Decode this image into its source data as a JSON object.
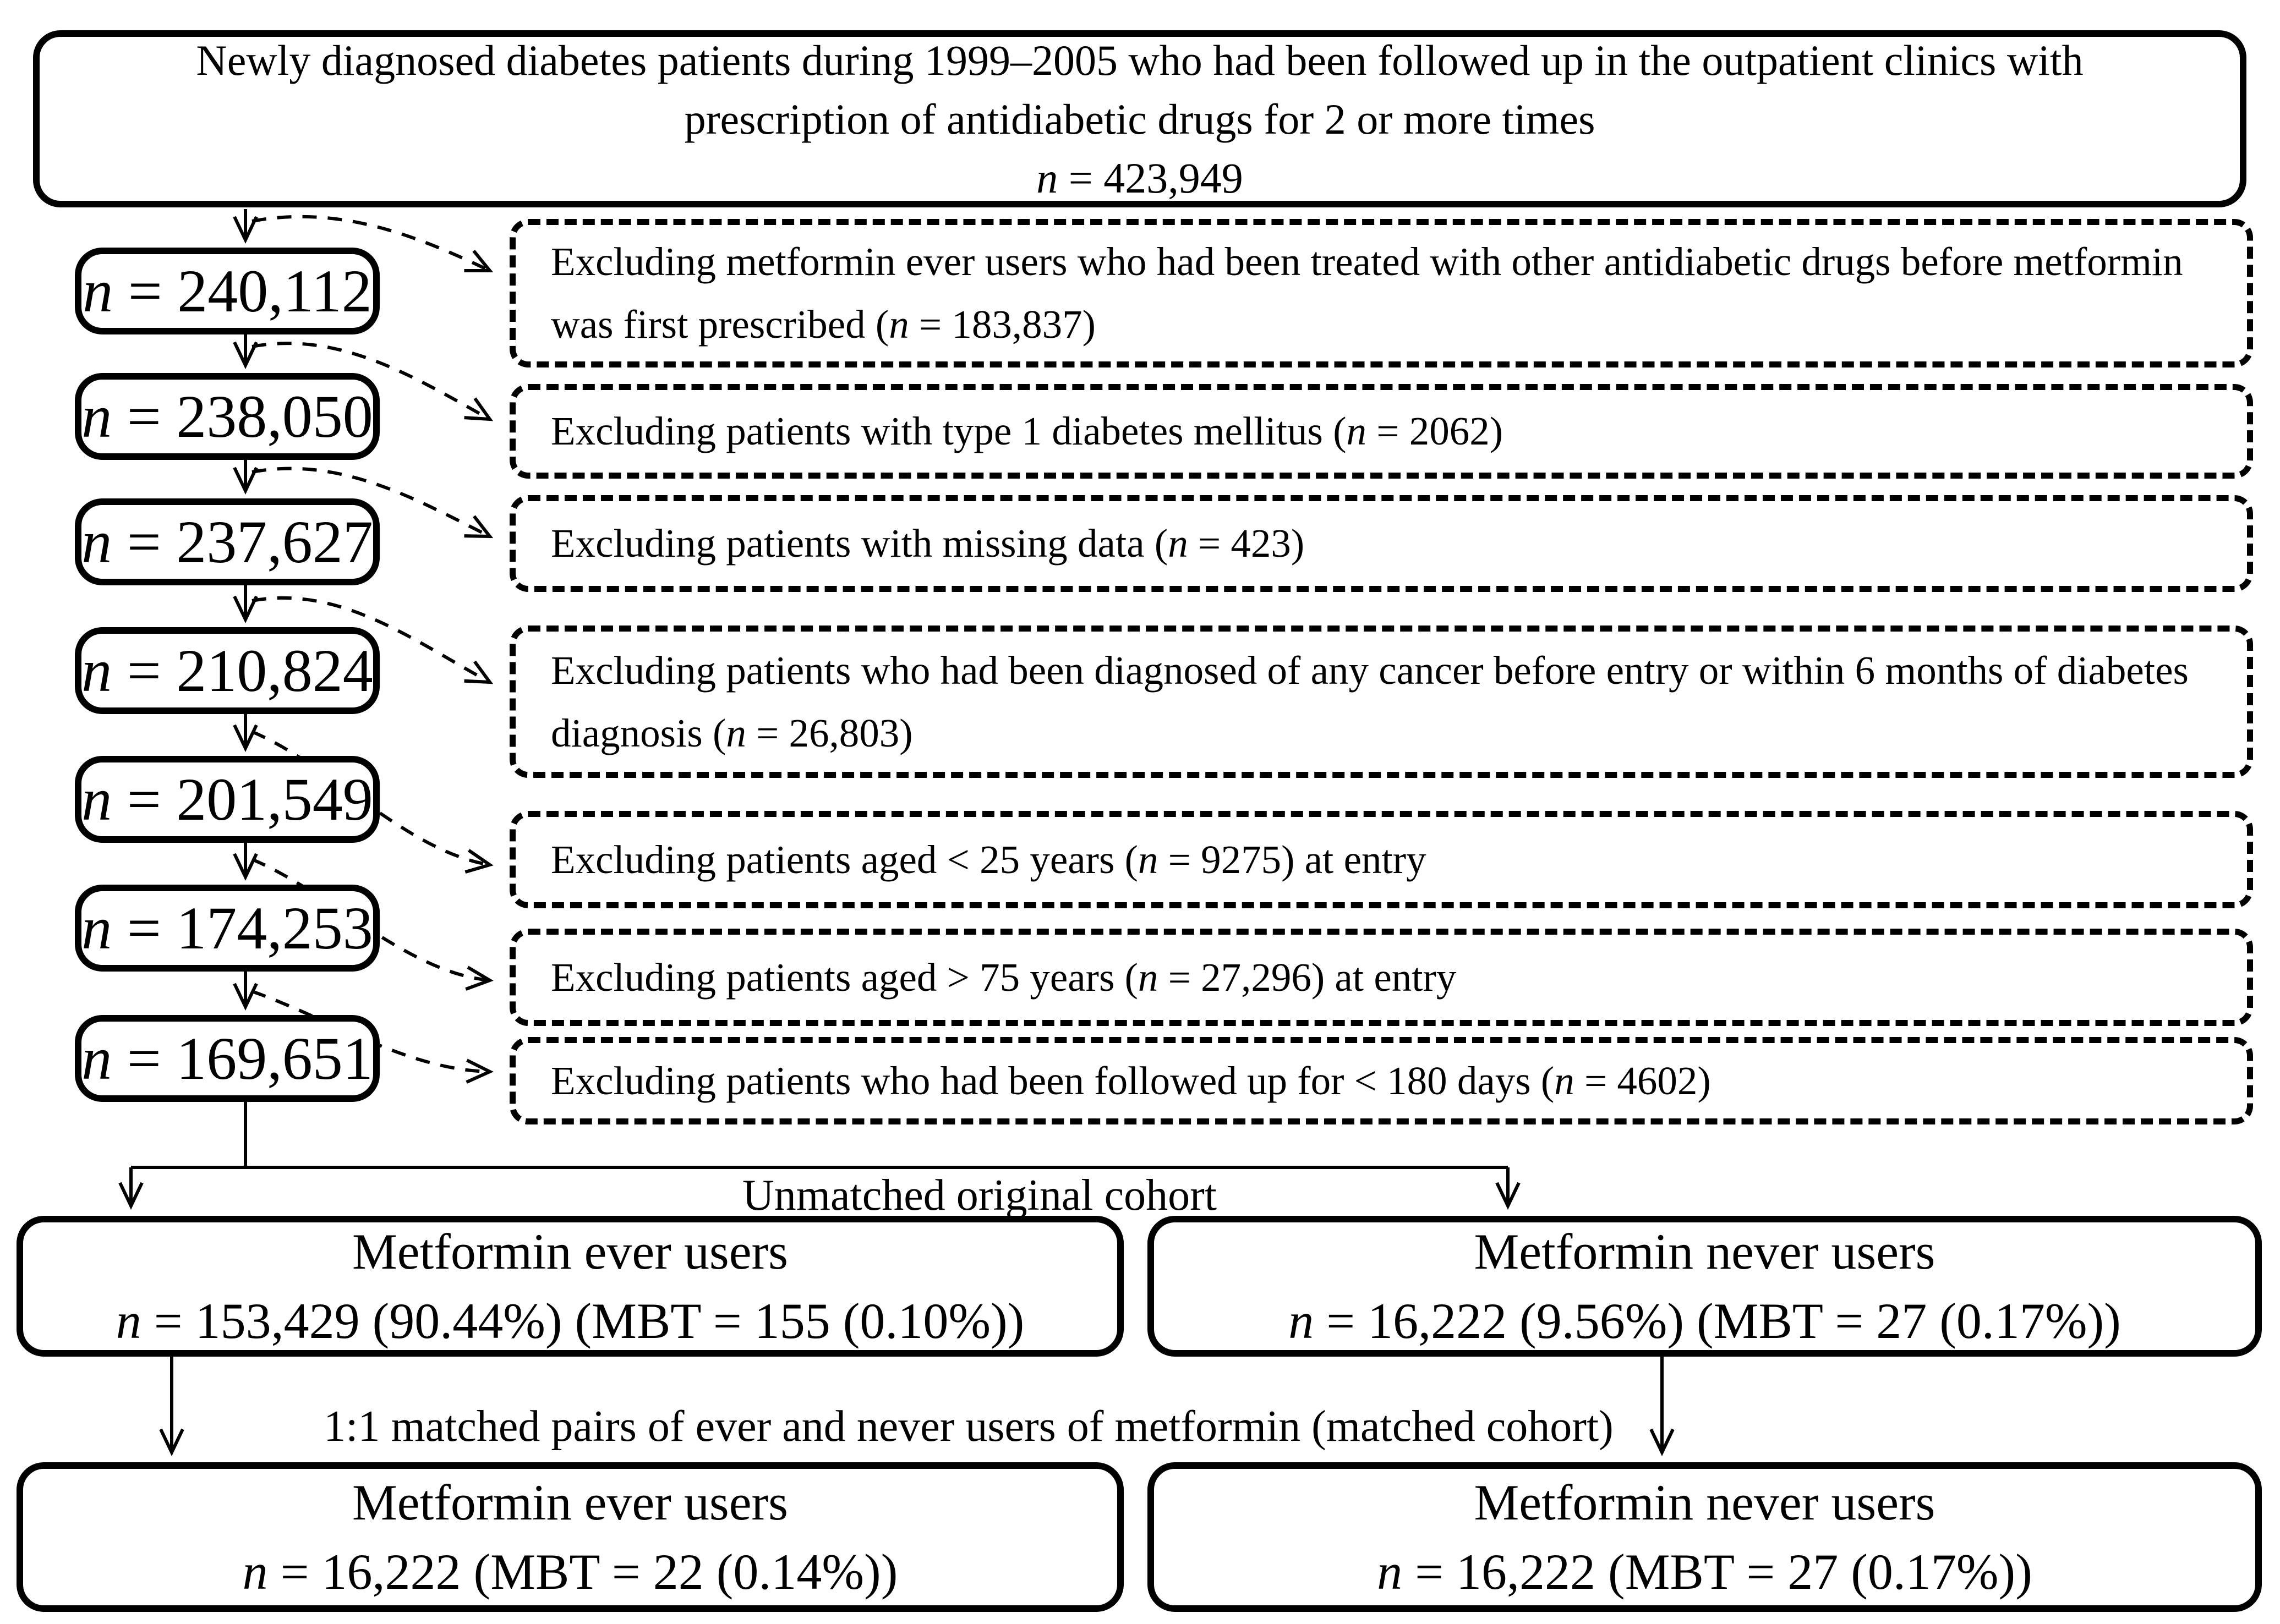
{
  "title_box": {
    "lines": [
      "Newly diagnosed diabetes patients during 1999–2005 who had been followed up in the outpatient clinics with",
      "prescription of antidiabetic drugs for 2 or more times",
      "n = 423,949"
    ]
  },
  "cohort_boxes": [
    {
      "label": "n = 240,112"
    },
    {
      "label": "n = 238,050"
    },
    {
      "label": "n = 237,627"
    },
    {
      "label": "n = 210,824"
    },
    {
      "label": "n = 201,549"
    },
    {
      "label": "n = 174,253"
    },
    {
      "label": "n = 169,651"
    }
  ],
  "exclusion_boxes": [
    {
      "text": "Excluding metformin ever users who had been treated with other antidiabetic drugs before metformin was first prescribed (n = 183,837)"
    },
    {
      "text": "Excluding patients with type 1 diabetes mellitus (n = 2062)"
    },
    {
      "text": "Excluding patients with missing data (n = 423)"
    },
    {
      "text": "Excluding patients who had been diagnosed of any cancer before entry or within 6 months of diabetes diagnosis (n = 26,803)"
    },
    {
      "text": "Excluding patients aged < 25 years (n = 9275) at entry"
    },
    {
      "text": "Excluding patients aged > 75 years (n = 27,296) at entry"
    },
    {
      "text": "Excluding patients who had been followed up for < 180 days (n = 4602)"
    }
  ],
  "section_labels": {
    "unmatched": "Unmatched original cohort",
    "matched": "1:1 matched pairs of ever and never users of metformin (matched cohort)"
  },
  "unmatched_cohort": {
    "ever": {
      "title": "Metformin ever users",
      "stats": "n = 153,429 (90.44%) (MBT = 155 (0.10%))"
    },
    "never": {
      "title": "Metformin never users",
      "stats": "n = 16,222 (9.56%) (MBT = 27 (0.17%))"
    }
  },
  "matched_cohort": {
    "ever": {
      "title": "Metformin ever users",
      "stats": "n = 16,222 (MBT = 22 (0.14%))"
    },
    "never": {
      "title": "Metformin never users",
      "stats": "n = 16,222 (MBT = 27 (0.17%))"
    }
  }
}
